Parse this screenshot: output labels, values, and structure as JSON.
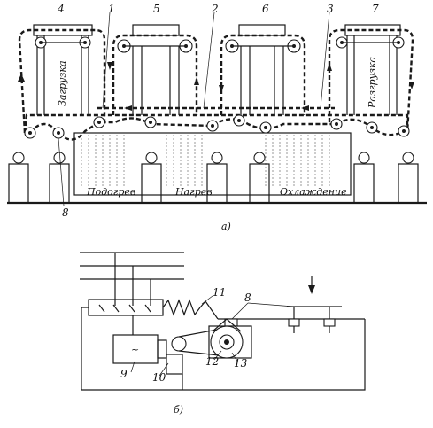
{
  "figure_a": {
    "callouts": [
      "4",
      "1",
      "5",
      "2",
      "6",
      "3",
      "7",
      "8"
    ],
    "zones": {
      "loading": "Загрузка",
      "heating_pre": "Подогрев",
      "heating": "Нагрев",
      "cooling": "Охлаждение",
      "unloading": "Разгрузка"
    },
    "caption": "а)"
  },
  "figure_b": {
    "callouts": [
      "11",
      "8",
      "9",
      "10",
      "12",
      "13"
    ],
    "caption": "б)"
  }
}
